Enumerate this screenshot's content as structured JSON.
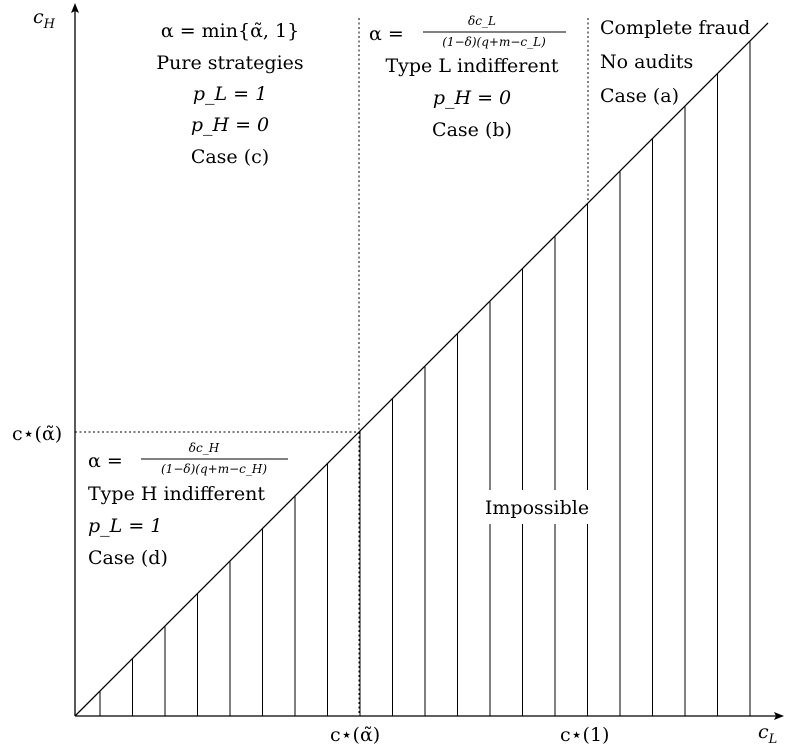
{
  "axes": {
    "x_label": "c",
    "x_label_sub": "L",
    "y_label": "c",
    "y_label_sub": "H"
  },
  "ticks": {
    "y_threshold": "c⋆(α̃)",
    "x_threshold": "c⋆(α̃)",
    "x_one": "c⋆(1)"
  },
  "regions": {
    "case_c": {
      "formula": "α = min{α̃, 1}",
      "lines": [
        "Pure strategies",
        "p_L = 1",
        "p_H = 0",
        "Case (c)"
      ]
    },
    "case_b": {
      "formula_lhs": "α =",
      "formula_num": "δc_L",
      "formula_den": "(1−δ)(q+m−c_L)",
      "lines": [
        "Type L indifferent",
        "p_H = 0",
        "Case (b)"
      ]
    },
    "case_a": {
      "lines": [
        "Complete fraud",
        "No audits",
        "Case (a)"
      ]
    },
    "case_d": {
      "formula_lhs": "α =",
      "formula_num": "δc_H",
      "formula_den": "(1−δ)(q+m−c_H)",
      "lines": [
        "Type H indifferent",
        "p_L = 1",
        "Case (d)"
      ]
    },
    "impossible": {
      "label": "Impossible"
    }
  }
}
